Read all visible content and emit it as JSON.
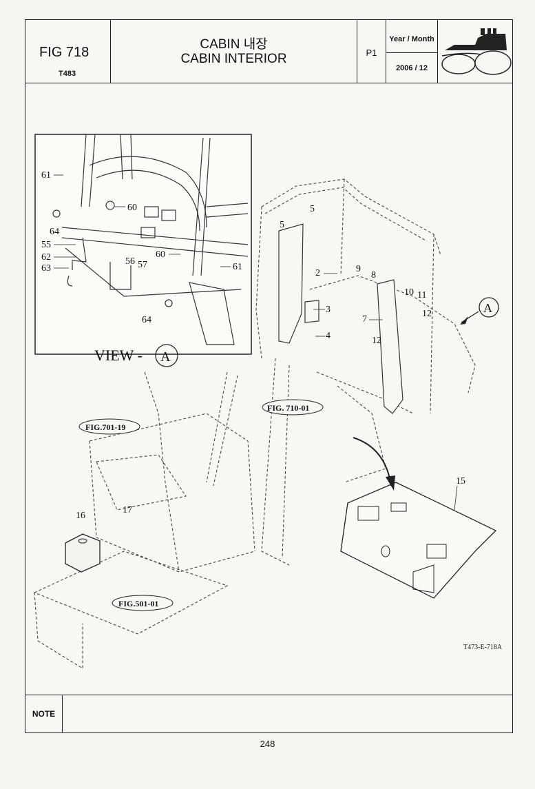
{
  "header": {
    "fig_no": "FIG 718",
    "model_code": "T483",
    "title_kr": "CABIN 내장",
    "title_en": "CABIN INTERIOR",
    "page_code": "P1",
    "year_month_label": "Year / Month",
    "year_month_value": "2006 / 12"
  },
  "drawing": {
    "view_label": "VIEW -",
    "view_letter": "A",
    "callout_a": "A",
    "ref_figs": [
      "FIG.701-19",
      "FIG. 710-01",
      "FIG.501-01"
    ],
    "drawing_code": "T473-E-718A",
    "inset_parts": [
      "61",
      "60",
      "64",
      "55",
      "62",
      "63",
      "56",
      "57",
      "60",
      "61",
      "64"
    ],
    "main_parts": [
      "5",
      "5",
      "2",
      "3",
      "4",
      "9",
      "8",
      "10",
      "11",
      "12",
      "7",
      "12",
      "15",
      "16",
      "17"
    ]
  },
  "note_label": "NOTE",
  "page_number": "248"
}
